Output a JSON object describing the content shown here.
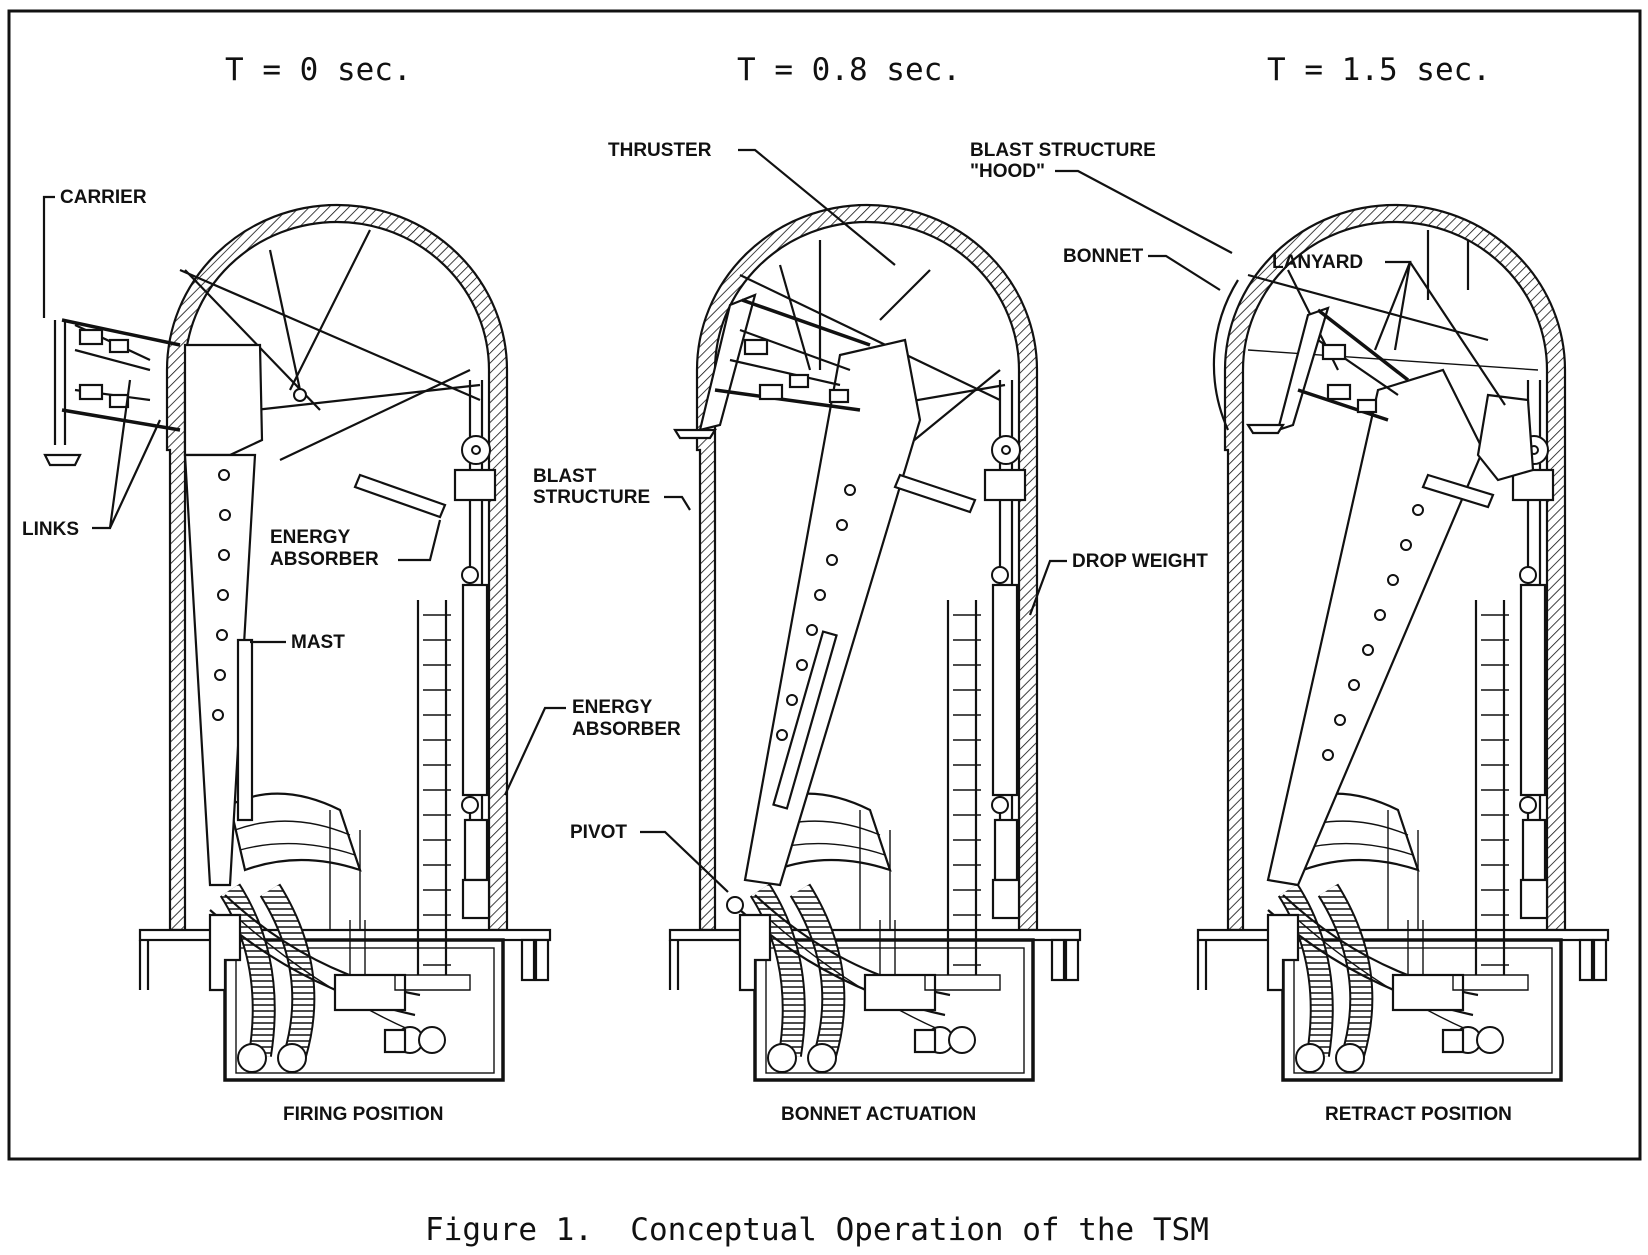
{
  "panels": [
    {
      "time": "T = 0 sec.",
      "caption": "FIRING POSITION"
    },
    {
      "time": "T = 0.8 sec.",
      "caption": "BONNET ACTUATION"
    },
    {
      "time": "T = 1.5 sec.",
      "caption": "RETRACT POSITION"
    }
  ],
  "labels": {
    "carrier": "CARRIER",
    "links": "LINKS",
    "energy_absorber_1_a": "ENERGY",
    "energy_absorber_1_b": "ABSORBER",
    "mast": "MAST",
    "blast_structure_a": "BLAST",
    "blast_structure_b": "STRUCTURE",
    "energy_absorber_2_a": "ENERGY",
    "energy_absorber_2_b": "ABSORBER",
    "thruster": "THRUSTER",
    "pivot": "PIVOT",
    "blast_hood_a": "BLAST STRUCTURE",
    "blast_hood_b": "\"HOOD\"",
    "bonnet": "BONNET",
    "lanyard": "LANYARD",
    "drop_weight": "DROP WEIGHT"
  },
  "figure_caption": "Figure 1.  Conceptual Operation of the TSM"
}
